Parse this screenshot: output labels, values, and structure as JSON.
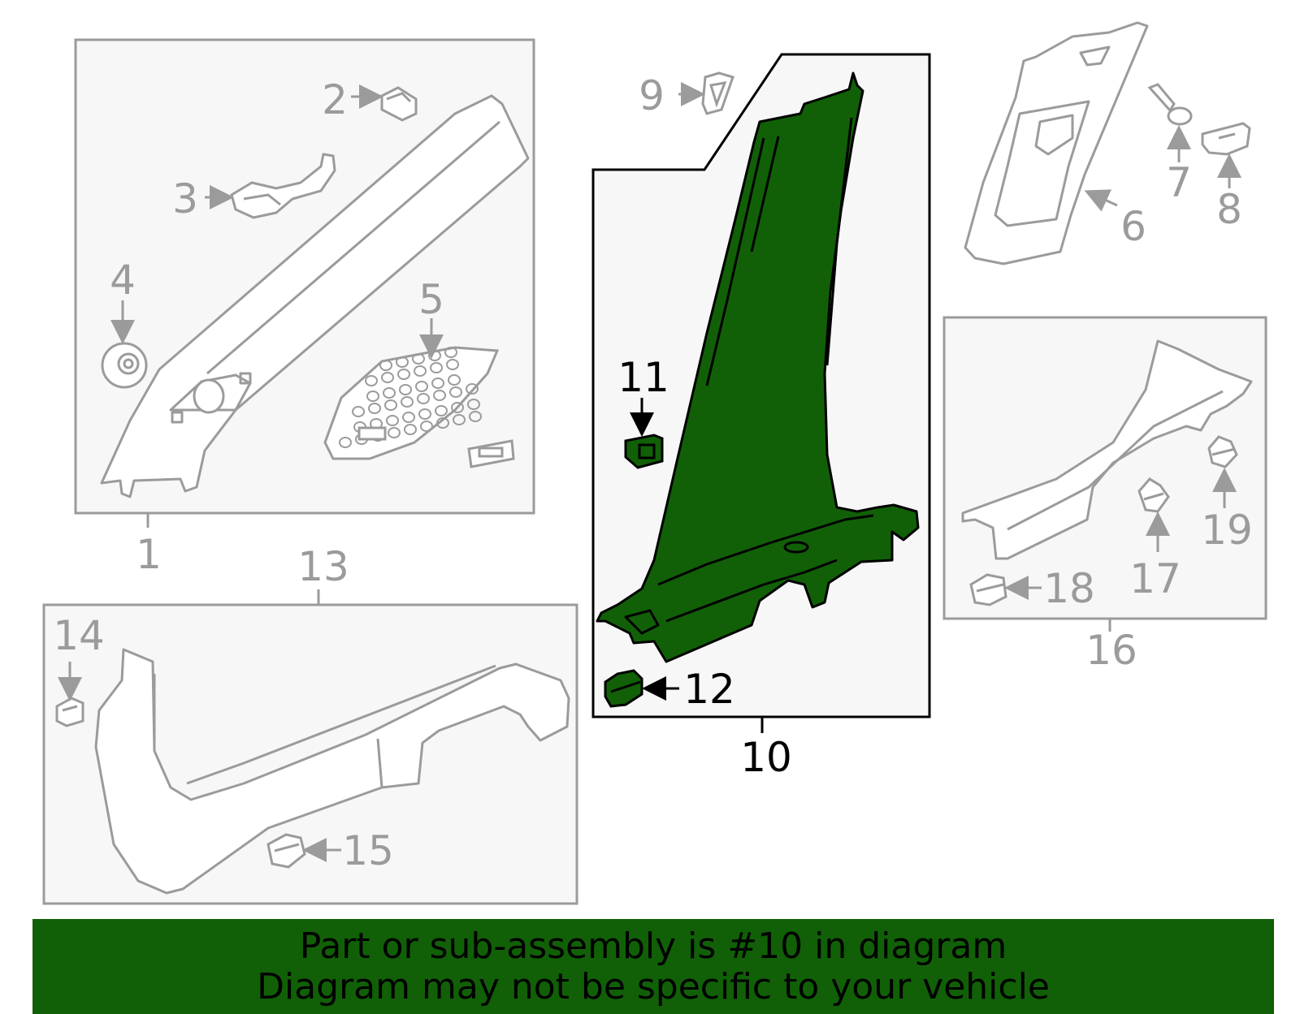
{
  "banner": {
    "line1": "Part or sub-assembly is #10 in diagram",
    "line2": "Diagram may not be specific to your vehicle"
  },
  "callouts": {
    "c1": "1",
    "c2": "2",
    "c3": "3",
    "c4": "4",
    "c5": "5",
    "c6": "6",
    "c7": "7",
    "c8": "8",
    "c9": "9",
    "c10": "10",
    "c11": "11",
    "c12": "12",
    "c13": "13",
    "c14": "14",
    "c15": "15",
    "c16": "16",
    "c17": "17",
    "c18": "18",
    "c19": "19"
  },
  "colors": {
    "highlight": "#116007",
    "line_grey": "#9b9b9b",
    "box_fill": "#f7f7f7"
  }
}
